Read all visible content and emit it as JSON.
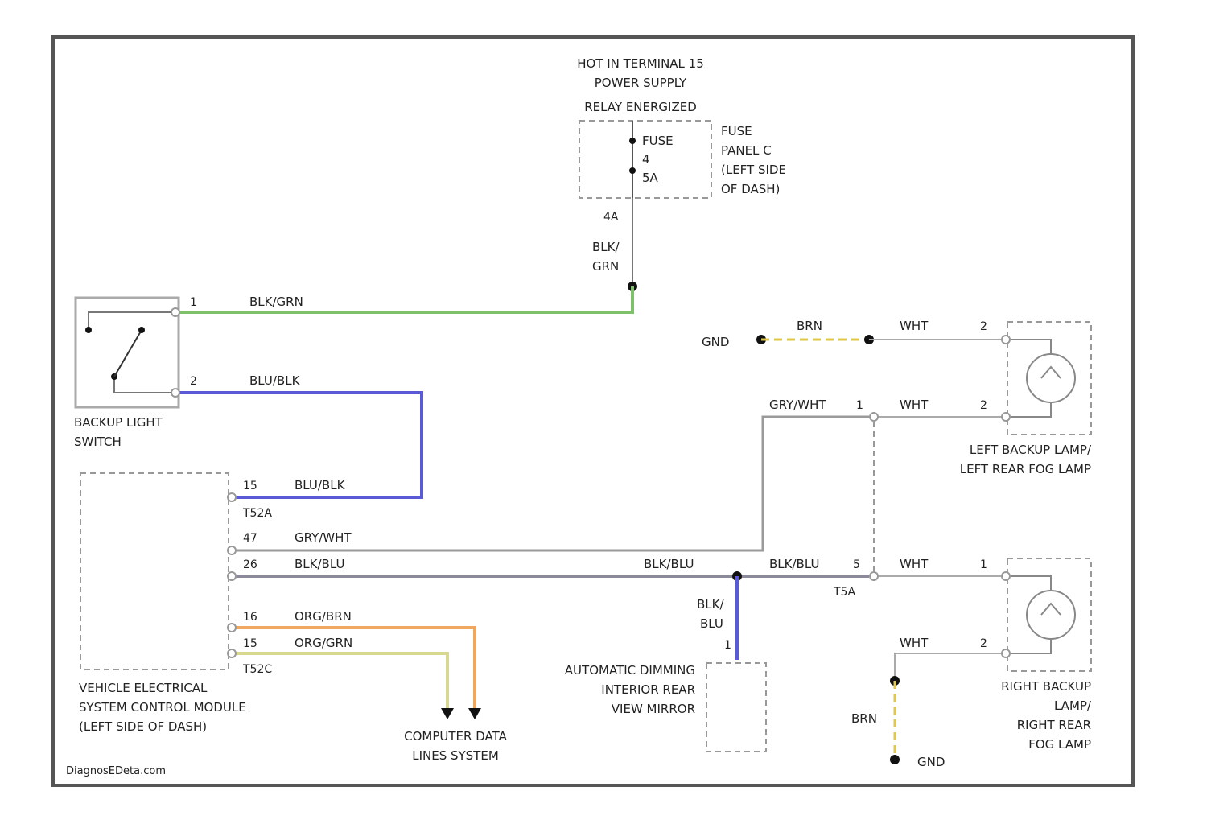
{
  "colors": {
    "green": "#7fc06b",
    "blue": "#5a5ad6",
    "grey": "#9a9a9a",
    "darkgrey": "#8a8a9a",
    "orange": "#f0a860",
    "yellow": "#d8d890",
    "yellow_dash": "#e0c94a",
    "junction": "#111111"
  },
  "power": {
    "line1": "HOT IN TERMINAL 15",
    "line2": "POWER SUPPLY",
    "line3": "RELAY ENERGIZED"
  },
  "fuse": {
    "label": "FUSE",
    "number": "4",
    "rating": "5A",
    "pin": "4A",
    "wire_l1": "BLK/",
    "wire_l2": "GRN",
    "panel_l1": "FUSE",
    "panel_l2": "PANEL C",
    "panel_l3": "(LEFT SIDE",
    "panel_l4": "OF DASH)"
  },
  "backup_switch": {
    "label_l1": "BACKUP LIGHT",
    "label_l2": "SWITCH",
    "pin1": "1",
    "pin2": "2",
    "wire1": "BLK/GRN",
    "wire2": "BLU/BLK"
  },
  "vescm": {
    "label_l1": "VEHICLE ELECTRICAL",
    "label_l2": "SYSTEM CONTROL MODULE",
    "label_l3": "(LEFT SIDE OF DASH)",
    "pin_a": "15",
    "conn_a": "T52A",
    "wire_a": "BLU/BLK",
    "pin_b": "47",
    "wire_b": "GRY/WHT",
    "pin_c": "26",
    "wire_c": "BLK/BLU",
    "pin_d": "16",
    "wire_d": "ORG/BRN",
    "pin_e": "15",
    "wire_e": "ORG/GRN",
    "conn_b": "T52C"
  },
  "computer": {
    "label_l1": "COMPUTER DATA",
    "label_l2": "LINES SYSTEM"
  },
  "mirror": {
    "label_l1": "AUTOMATIC DIMMING",
    "label_l2": "INTERIOR REAR",
    "label_l3": "VIEW MIRROR",
    "wire_l1": "BLK/",
    "wire_l2": "BLU",
    "pin": "1"
  },
  "splice": {
    "wire_left": "BLK/BLU",
    "wire_right": "BLK/BLU",
    "pin": "5",
    "conn": "T5A"
  },
  "left_lamp": {
    "label_l1": "LEFT BACKUP LAMP/",
    "label_l2": "LEFT REAR FOG LAMP",
    "gnd": "GND",
    "wire_brn": "BRN",
    "wire_top": "WHT",
    "pin_top": "2",
    "wire_in": "GRY/WHT",
    "pin_in": "1",
    "wire_bot": "WHT",
    "pin_bot": "2"
  },
  "right_lamp": {
    "label_l1": "RIGHT BACKUP",
    "label_l2": "LAMP/",
    "label_l3": "RIGHT REAR",
    "label_l4": "FOG LAMP",
    "wire_top": "WHT",
    "pin_top": "1",
    "wire_bot": "WHT",
    "pin_bot": "2",
    "wire_brn": "BRN",
    "gnd": "GND"
  },
  "watermark": "DiagnosEDeta.com"
}
